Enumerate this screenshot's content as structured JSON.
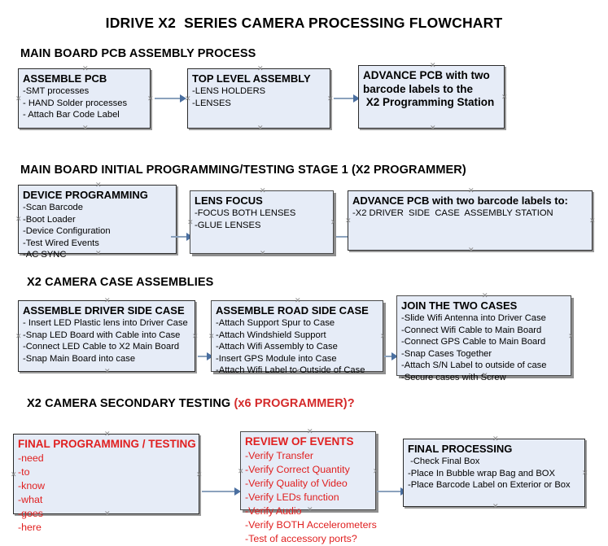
{
  "document": {
    "title": "IDRIVE X2  SERIES CAMERA PROCESSING FLOWCHART",
    "accent_color": "#e02020",
    "box_fill_color": "#e6ecf7",
    "connector_color": "#8ba2bd"
  },
  "sections": [
    {
      "heading": "MAIN BOARD PCB ASSEMBLY PROCESS",
      "heading_accent": "",
      "boxes": [
        {
          "title": "ASSEMBLE PCB",
          "lines": [
            "-SMT processes",
            "- HAND Solder processes",
            "- Attach Bar Code Label"
          ]
        },
        {
          "title": "TOP LEVEL ASSEMBLY",
          "lines": [
            "-LENS HOLDERS",
            "-LENSES"
          ]
        },
        {
          "title_lines": [
            "ADVANCE PCB with two",
            "barcode labels to the",
            " X2 Programming Station"
          ]
        }
      ]
    },
    {
      "heading": "MAIN BOARD INITIAL PROGRAMMING/TESTING STAGE 1 (X2 PROGRAMMER)",
      "heading_accent": "",
      "boxes": [
        {
          "title": "DEVICE PROGRAMMING",
          "lines": [
            "-Scan Barcode",
            "-Boot Loader",
            "-Device Configuration",
            "-Test Wired Events",
            "-AC SYNC"
          ]
        },
        {
          "title": "LENS FOCUS",
          "lines": [
            "-FOCUS BOTH LENSES",
            "-GLUE LENSES"
          ]
        },
        {
          "title": "ADVANCE PCB with two barcode labels to:",
          "lines": [
            "-X2 DRIVER  SIDE  CASE  ASSEMBLY STATION"
          ]
        }
      ]
    },
    {
      "heading": "X2 CAMERA CASE ASSEMBLIES",
      "heading_accent": "",
      "boxes": [
        {
          "title": "ASSEMBLE DRIVER SIDE CASE",
          "lines": [
            "- Insert LED Plastic lens into Driver Case",
            "-Snap LED Board with Cable into Case",
            "-Connect LED Cable to X2 Main Board",
            "-Snap Main Board into case"
          ]
        },
        {
          "title": "ASSEMBLE ROAD SIDE CASE",
          "lines": [
            "-Attach Support Spur to Case",
            "-Attach Windshield Support",
            "-Attach Wifi Assembly to Case",
            "-Insert GPS Module into Case",
            "-Attach Wifi Label to Outside of Case"
          ]
        },
        {
          "title": "JOIN THE TWO CASES",
          "lines": [
            "-Slide Wifi Antenna into Driver Case",
            "-Connect Wifi Cable to Main Board",
            "-Connect GPS Cable to Main Board",
            "-Snap Cases Together",
            "-Attach S/N Label to outside of case",
            "-Secure cases with Screw"
          ]
        }
      ]
    },
    {
      "heading": "X2 CAMERA SECONDARY TESTING ",
      "heading_accent": "(x6 PROGRAMMER)?",
      "boxes": [
        {
          "title": "FINAL PROGRAMMING / TESTING",
          "lines": [
            "-need",
            "-to",
            "-know",
            "-what",
            "-goes",
            "-here"
          ]
        },
        {
          "title": "REVIEW OF EVENTS",
          "lines": [
            "-Verify Transfer",
            "-Verify Correct Quantity",
            "-Verify Quality of Video",
            "-Verify LEDs function",
            "-Verify Audio",
            "-Verify BOTH Accelerometers",
            "-Test of accessory ports?"
          ]
        },
        {
          "title": "FINAL PROCESSING",
          "lines": [
            " -Check Final Box",
            "-Place In Bubble wrap Bag and BOX",
            "-Place Barcode Label on Exterior or Box"
          ]
        }
      ]
    }
  ]
}
